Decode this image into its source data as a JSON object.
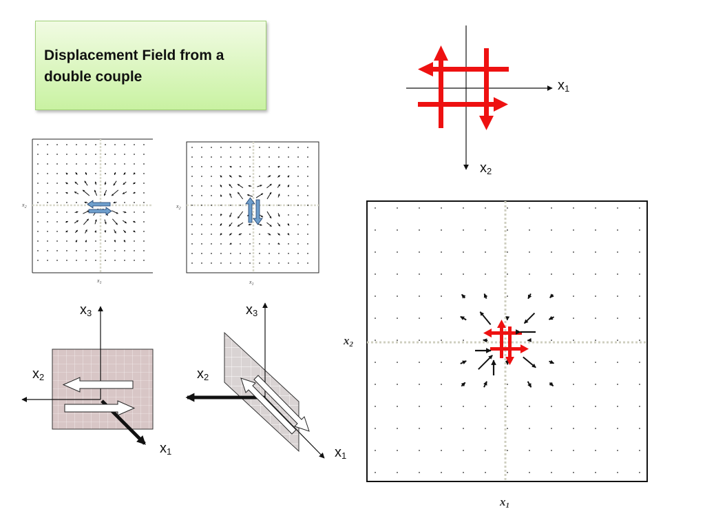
{
  "slide": {
    "title": "Displacement Field from a double couple"
  },
  "labels": {
    "x1_main": "x",
    "x1_sub": "1",
    "x2_main": "x",
    "x2_sub": "2",
    "x3_main": "x",
    "x3_sub": "3"
  },
  "colors": {
    "couple_red": "#ee1111",
    "fault_fill": "#d8c6c6",
    "fault_fill_2": "#d9d3d3",
    "arrow_blue": "#6f9fcc",
    "title_green_top": "#f1fbe3",
    "title_green_bottom": "#c9f2a2"
  },
  "icons": [
    "double-couple-red-icon",
    "axis-arrow-icon",
    "slip-arrow-icon",
    "displacement-arrow-icon"
  ]
}
